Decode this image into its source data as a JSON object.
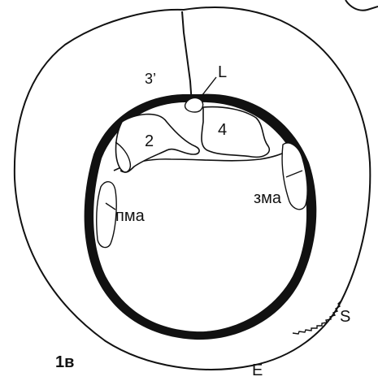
{
  "figure": {
    "panel_label": "1в",
    "labels": {
      "l3p": "3’",
      "L": "L",
      "n4": "4",
      "n2": "2",
      "zma": "зма",
      "pma": "пма",
      "S": "S",
      "E": "E"
    }
  }
}
